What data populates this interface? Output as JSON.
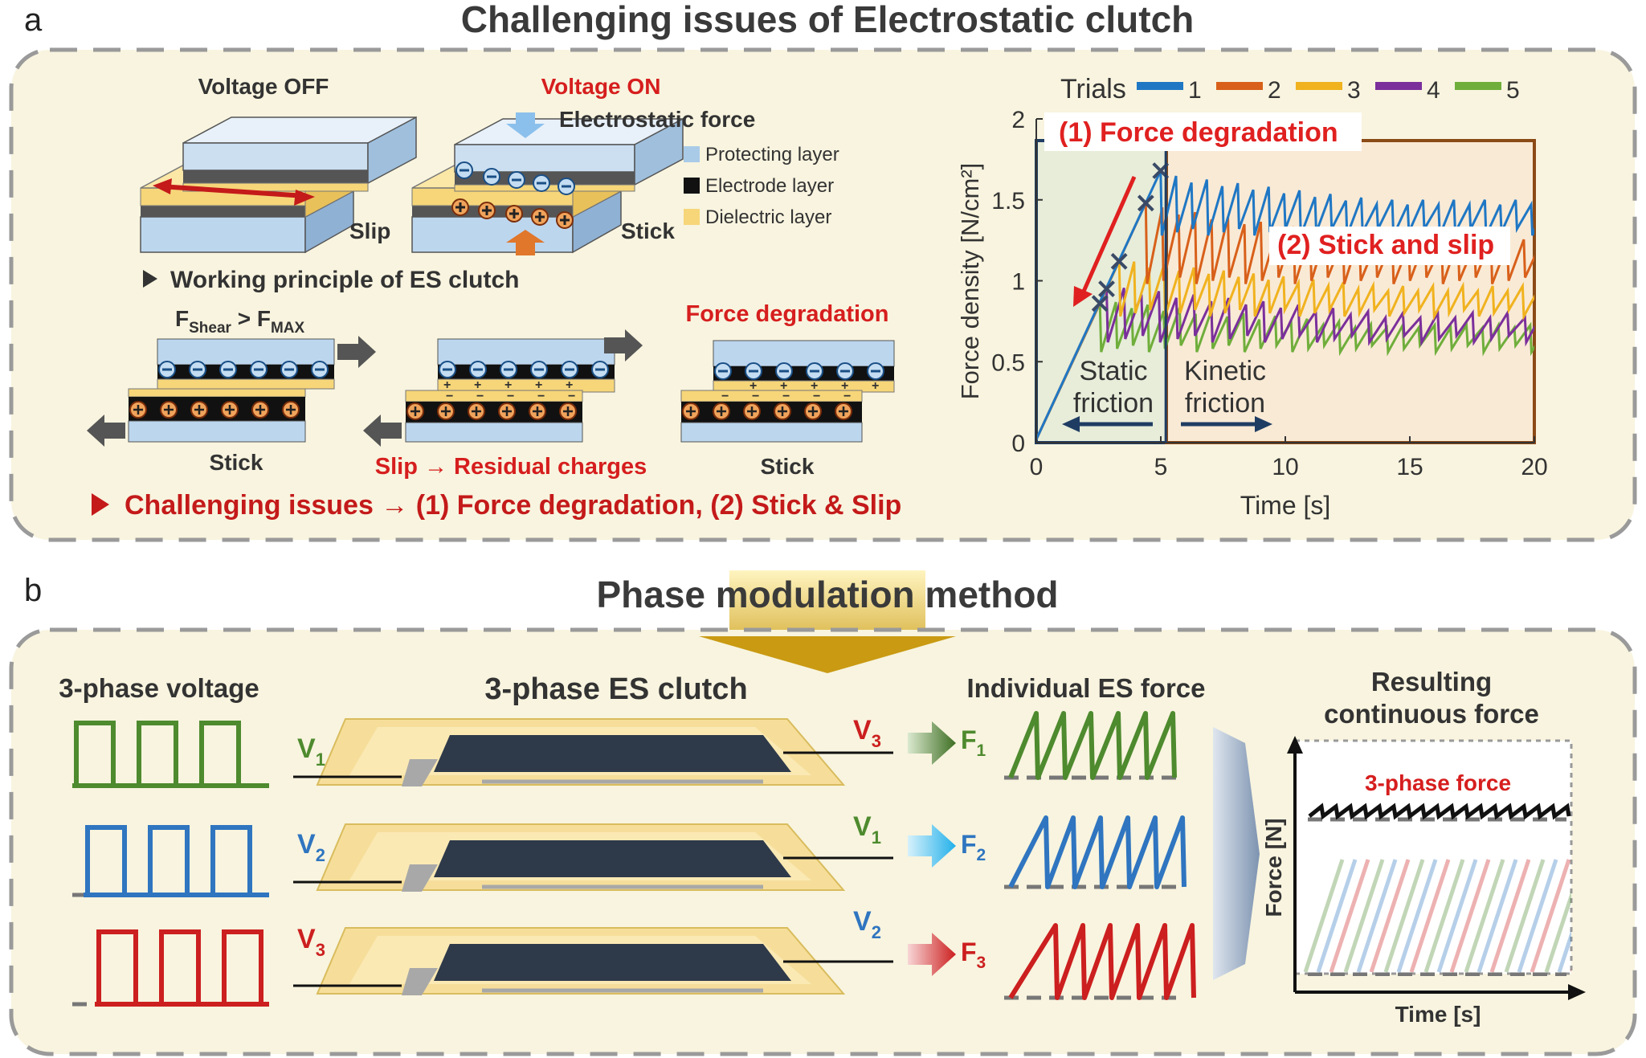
{
  "panel_a": {
    "letter": "a",
    "title": "Challenging issues of Electrostatic clutch",
    "voltage_off": "Voltage OFF",
    "voltage_on": "Voltage ON",
    "es_force": "Electrostatic force",
    "slip": "Slip",
    "stick": "Stick",
    "legend_layers": [
      "Protecting layer",
      "Electrode layer",
      "Dielectric layer"
    ],
    "layer_colors": {
      "protecting": "#a9cbe8",
      "electrode": "#111111",
      "dielectric": "#f6d679"
    },
    "working_principle": "Working principle of ES clutch",
    "fshear_main": "F",
    "fshear_sub": "Shear",
    "fshear_gt": " > F",
    "fmax_sub": "MAX",
    "stick_left": "Stick",
    "slip_residual": "Slip → Residual charges",
    "force_degradation_heading": "Force degradation",
    "stick_right": "Stick",
    "challenge": "Challenging issues → (1) Force degradation, (2) Stick & Slip"
  },
  "panel_b": {
    "letter": "b",
    "title": "Phase modulation method",
    "three_phase_voltage": "3-phase voltage",
    "three_phase_clutch": "3-phase ES clutch",
    "individual_force": "Individual ES force",
    "resulting_line1": "Resulting",
    "resulting_line2": "continuous force",
    "v_labels": [
      {
        "v": "V",
        "sub": "1"
      },
      {
        "v": "V",
        "sub": "2"
      },
      {
        "v": "V",
        "sub": "3"
      }
    ],
    "right_v_labels": [
      {
        "v": "V",
        "sub": "3"
      },
      {
        "v": "V",
        "sub": "1"
      },
      {
        "v": "V",
        "sub": "2"
      }
    ],
    "f_labels": [
      {
        "f": "F",
        "sub": "1"
      },
      {
        "f": "F",
        "sub": "2"
      },
      {
        "f": "F",
        "sub": "3"
      }
    ],
    "phase_colors": [
      "#4e8a2e",
      "#2f75c0",
      "#cc1f1f"
    ],
    "three_phase_force": "3-phase force",
    "force_axis": "Force [N]",
    "time_axis": "Time [s]"
  },
  "chart_data": {
    "type": "line",
    "xlabel": "Time [s]",
    "ylabel": "Force density [N/cm²]",
    "xlim": [
      0,
      20
    ],
    "ylim": [
      0,
      2
    ],
    "xticks": [
      "0",
      "5",
      "10",
      "15",
      "20"
    ],
    "yticks": [
      "0",
      "0.5",
      "1",
      "1.5",
      "2"
    ],
    "legend_title": "Trials",
    "legend_placement": "top",
    "series": [
      {
        "name": "1",
        "color": "#1f77c4",
        "peak": 1.68,
        "low": 1.28,
        "period": 0.62
      },
      {
        "name": "2",
        "color": "#d8601a",
        "peak": 1.48,
        "low": 0.98,
        "period": 0.66
      },
      {
        "name": "3",
        "color": "#f0b21e",
        "peak": 1.12,
        "low": 0.78,
        "period": 0.6
      },
      {
        "name": "4",
        "color": "#7b2f9b",
        "peak": 0.95,
        "low": 0.62,
        "period": 0.7
      },
      {
        "name": "5",
        "color": "#6fae3b",
        "peak": 0.86,
        "low": 0.56,
        "period": 0.64
      }
    ],
    "annotations": {
      "degradation": "(1) Force degradation",
      "stick_slip": "(2) Stick and slip",
      "static_line1": "Static",
      "static_line2": "friction",
      "kinetic_line1": "Kinetic",
      "kinetic_line2": "friction",
      "transition_x": 5.2
    }
  }
}
